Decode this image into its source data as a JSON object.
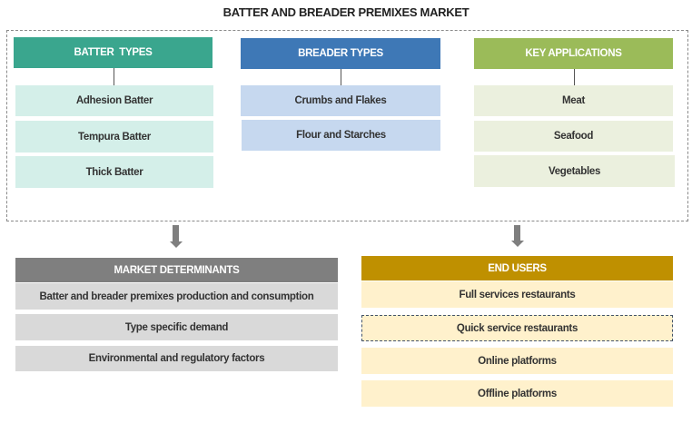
{
  "title": "BATTER AND BREADER PREMIXES MARKET",
  "colors": {
    "batter_header": "#3aa68e",
    "batter_item": "#d4efe9",
    "breader_header": "#3e78b6",
    "breader_item": "#c6d8ef",
    "applications_header": "#9bbb59",
    "applications_item": "#ebf0de",
    "determinants_header": "#7f7f7f",
    "determinants_item": "#d9d9d9",
    "end_users_header": "#bf9000",
    "end_users_item": "#fff1cc"
  },
  "batter_types": {
    "header": "BATTER  TYPES",
    "items": [
      "Adhesion Batter",
      "Tempura Batter",
      "Thick Batter"
    ]
  },
  "breader_types": {
    "header": "BREADER TYPES",
    "items": [
      "Crumbs and Flakes",
      "Flour and Starches"
    ]
  },
  "key_applications": {
    "header": "KEY APPLICATIONS",
    "items": [
      "Meat",
      "Seafood",
      "Vegetables"
    ]
  },
  "market_determinants": {
    "header": "MARKET DETERMINANTS",
    "items": [
      "Batter and breader premixes production and consumption",
      "Type specific demand",
      "Environmental and regulatory factors"
    ]
  },
  "end_users": {
    "header": "END USERS",
    "items": [
      "Full services restaurants",
      "Quick service restaurants",
      "Online platforms",
      "Offline platforms"
    ]
  }
}
